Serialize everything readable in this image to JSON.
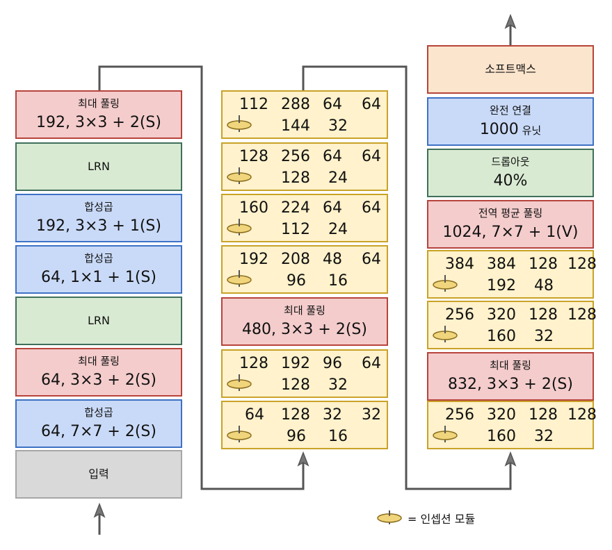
{
  "legend": {
    "text": "= 인셉션 모듈",
    "icon": "inception-module-icon"
  },
  "column1": [
    {
      "kind": "pool",
      "title": "최대 풀링",
      "params": "192, 3×3 + 2(S)"
    },
    {
      "kind": "lrn",
      "title": "LRN",
      "params": ""
    },
    {
      "kind": "conv",
      "title": "합성곱",
      "params": "192, 3×3 + 1(S)"
    },
    {
      "kind": "conv",
      "title": "합성곱",
      "params": "64, 1×1 + 1(S)"
    },
    {
      "kind": "lrn",
      "title": "LRN",
      "params": ""
    },
    {
      "kind": "pool",
      "title": "최대 풀링",
      "params": "64, 3×3 + 2(S)"
    },
    {
      "kind": "conv",
      "title": "합성곱",
      "params": "64, 7×7 + 2(S)"
    },
    {
      "kind": "input",
      "title": "입력",
      "params": ""
    }
  ],
  "column2": [
    {
      "kind": "inception",
      "row1": [
        "112",
        "288",
        "64",
        "64"
      ],
      "row2": [
        "144",
        "32"
      ]
    },
    {
      "kind": "inception",
      "row1": [
        "128",
        "256",
        "64",
        "64"
      ],
      "row2": [
        "128",
        "24"
      ]
    },
    {
      "kind": "inception",
      "row1": [
        "160",
        "224",
        "64",
        "64"
      ],
      "row2": [
        "112",
        "24"
      ]
    },
    {
      "kind": "inception",
      "row1": [
        "192",
        "208",
        "48",
        "64"
      ],
      "row2": [
        "96",
        "16"
      ]
    },
    {
      "kind": "pool",
      "title": "최대 풀링",
      "params": "480, 3×3 + 2(S)"
    },
    {
      "kind": "inception",
      "row1": [
        "128",
        "192",
        "96",
        "64"
      ],
      "row2": [
        "128",
        "32"
      ]
    },
    {
      "kind": "inception",
      "row1": [
        "64",
        "128",
        "32",
        "32"
      ],
      "row2": [
        "96",
        "16"
      ]
    }
  ],
  "column3": [
    {
      "kind": "softmax",
      "title": "소프트맥스",
      "params": ""
    },
    {
      "kind": "fc",
      "title": "완전 연결",
      "params": "1000",
      "params_suffix": "유닛"
    },
    {
      "kind": "dropout",
      "title": "드롭아웃",
      "params": "40%"
    },
    {
      "kind": "gap",
      "title": "전역 평균 풀링",
      "params": "1024, 7×7 + 1(V)"
    },
    {
      "kind": "inception",
      "row1": [
        "384",
        "384",
        "128",
        "128"
      ],
      "row2": [
        "192",
        "48"
      ]
    },
    {
      "kind": "inception",
      "row1": [
        "256",
        "320",
        "128",
        "128"
      ],
      "row2": [
        "160",
        "32"
      ]
    },
    {
      "kind": "pool",
      "title": "최대 풀링",
      "params": "832, 3×3 + 2(S)"
    },
    {
      "kind": "inception",
      "row1": [
        "256",
        "320",
        "128",
        "128"
      ],
      "row2": [
        "160",
        "32"
      ]
    }
  ],
  "colors": {
    "pool_fill": "#f4cccc",
    "lrn_fill": "#d9ead3",
    "conv_fill": "#c9daf8",
    "input_fill": "#d9d9d9",
    "softmax_fill": "#fce5cd",
    "inception_fill": "#fff2cc",
    "wire": "#555555"
  }
}
